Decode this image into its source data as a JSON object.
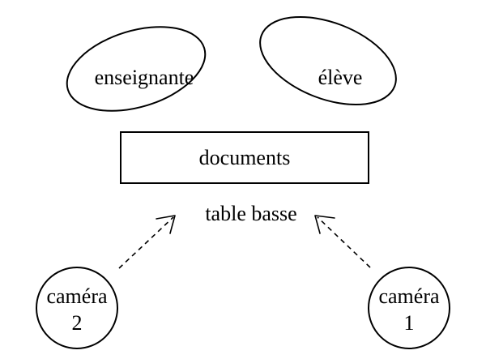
{
  "nodes": {
    "teacher": {
      "label": "enseignante"
    },
    "student": {
      "label": "élève"
    },
    "documents": {
      "label": "documents"
    },
    "table": {
      "label": "table basse"
    },
    "camera2": {
      "line1": "caméra",
      "line2": "2"
    },
    "camera1": {
      "line1": "caméra",
      "line2": "1"
    }
  },
  "edges": [
    {
      "from": "camera2",
      "to": "table",
      "style": "dashed-arrow"
    },
    {
      "from": "camera1",
      "to": "table",
      "style": "dashed-arrow"
    }
  ],
  "colors": {
    "stroke": "#000000",
    "background": "#ffffff"
  }
}
